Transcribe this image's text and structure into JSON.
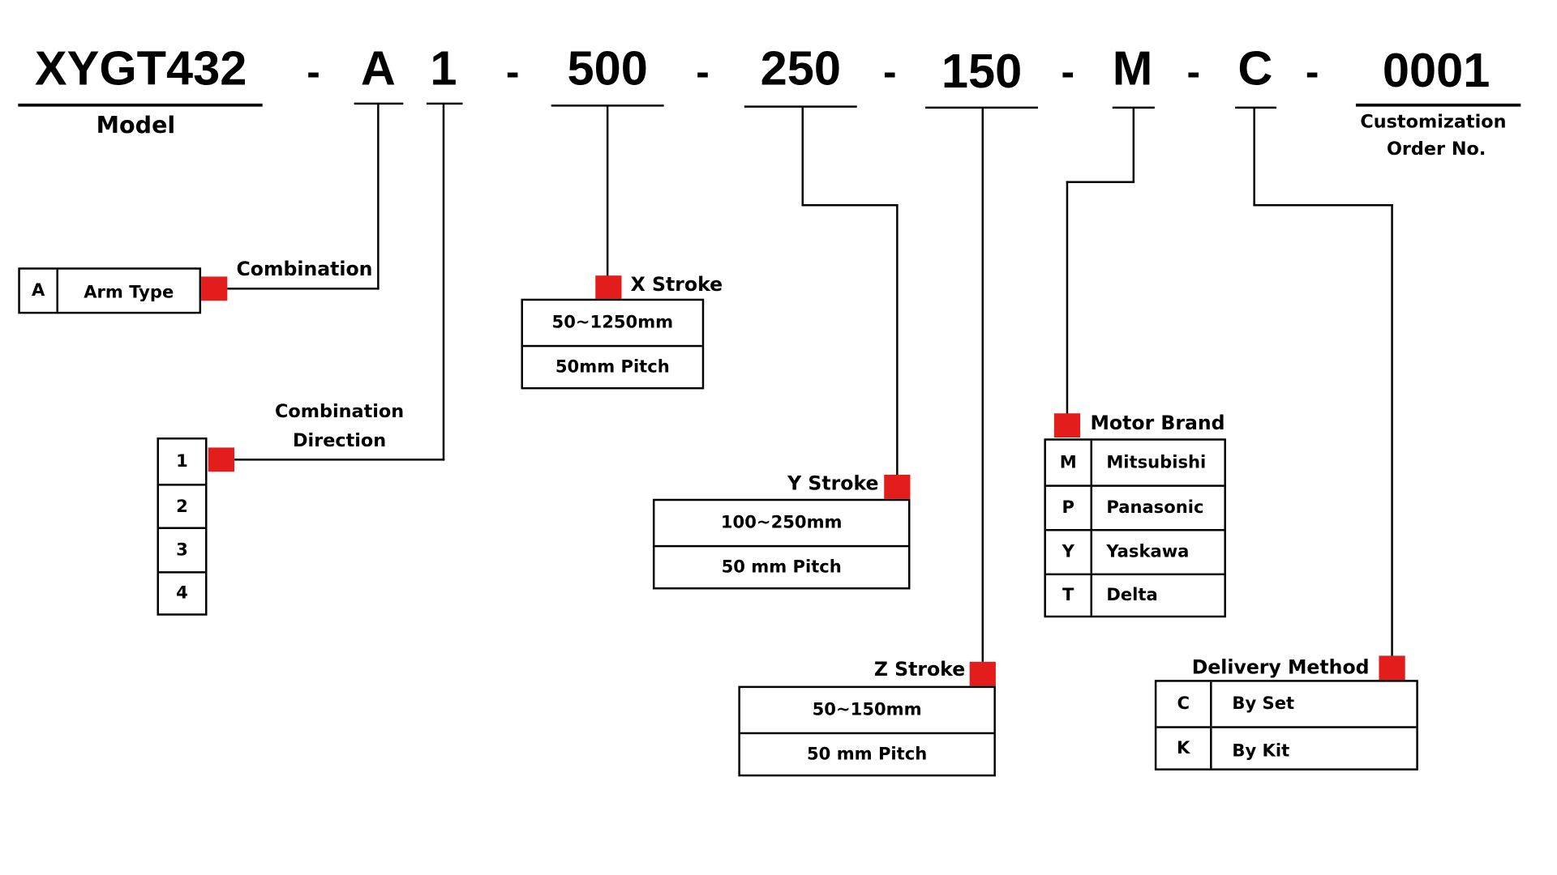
{
  "diagram": {
    "title": "XYGT432 Model Code Breakdown",
    "colors": {
      "marker": "#e31c1c",
      "line": "#000000",
      "background": "#ffffff"
    },
    "code_segments": [
      {
        "id": "model",
        "text": "XYGT432",
        "caption": "Model"
      },
      {
        "id": "arm",
        "text": "A"
      },
      {
        "id": "direction",
        "text": "1"
      },
      {
        "id": "x_stroke",
        "text": "500"
      },
      {
        "id": "y_stroke",
        "text": "250"
      },
      {
        "id": "z_stroke",
        "text": "150"
      },
      {
        "id": "motor",
        "text": "M"
      },
      {
        "id": "delivery",
        "text": "C"
      },
      {
        "id": "order",
        "text": "0001",
        "caption_line1": "Customization",
        "caption_line2": "Order No."
      }
    ],
    "separator": "-",
    "combination": {
      "title": "Combination",
      "rows": [
        {
          "key": "A",
          "value": "Arm Type"
        }
      ]
    },
    "combination_direction": {
      "title_line1": "Combination",
      "title_line2": "Direction",
      "rows": [
        "1",
        "2",
        "3",
        "4"
      ]
    },
    "x_stroke": {
      "title": "X Stroke",
      "rows": [
        "50~1250mm",
        "50mm Pitch"
      ]
    },
    "y_stroke": {
      "title": "Y Stroke",
      "rows": [
        "100~250mm",
        "50 mm Pitch"
      ]
    },
    "z_stroke": {
      "title": "Z Stroke",
      "rows": [
        "50~150mm",
        "50 mm Pitch"
      ]
    },
    "motor_brand": {
      "title": "Motor Brand",
      "rows": [
        {
          "key": "M",
          "value": "Mitsubishi"
        },
        {
          "key": "P",
          "value": "Panasonic"
        },
        {
          "key": "Y",
          "value": "Yaskawa"
        },
        {
          "key": "T",
          "value": "Delta"
        }
      ]
    },
    "delivery_method": {
      "title": "Delivery Method",
      "rows": [
        {
          "key": "C",
          "value": "By Set"
        },
        {
          "key": "K",
          "value": "By Kit"
        }
      ]
    }
  }
}
